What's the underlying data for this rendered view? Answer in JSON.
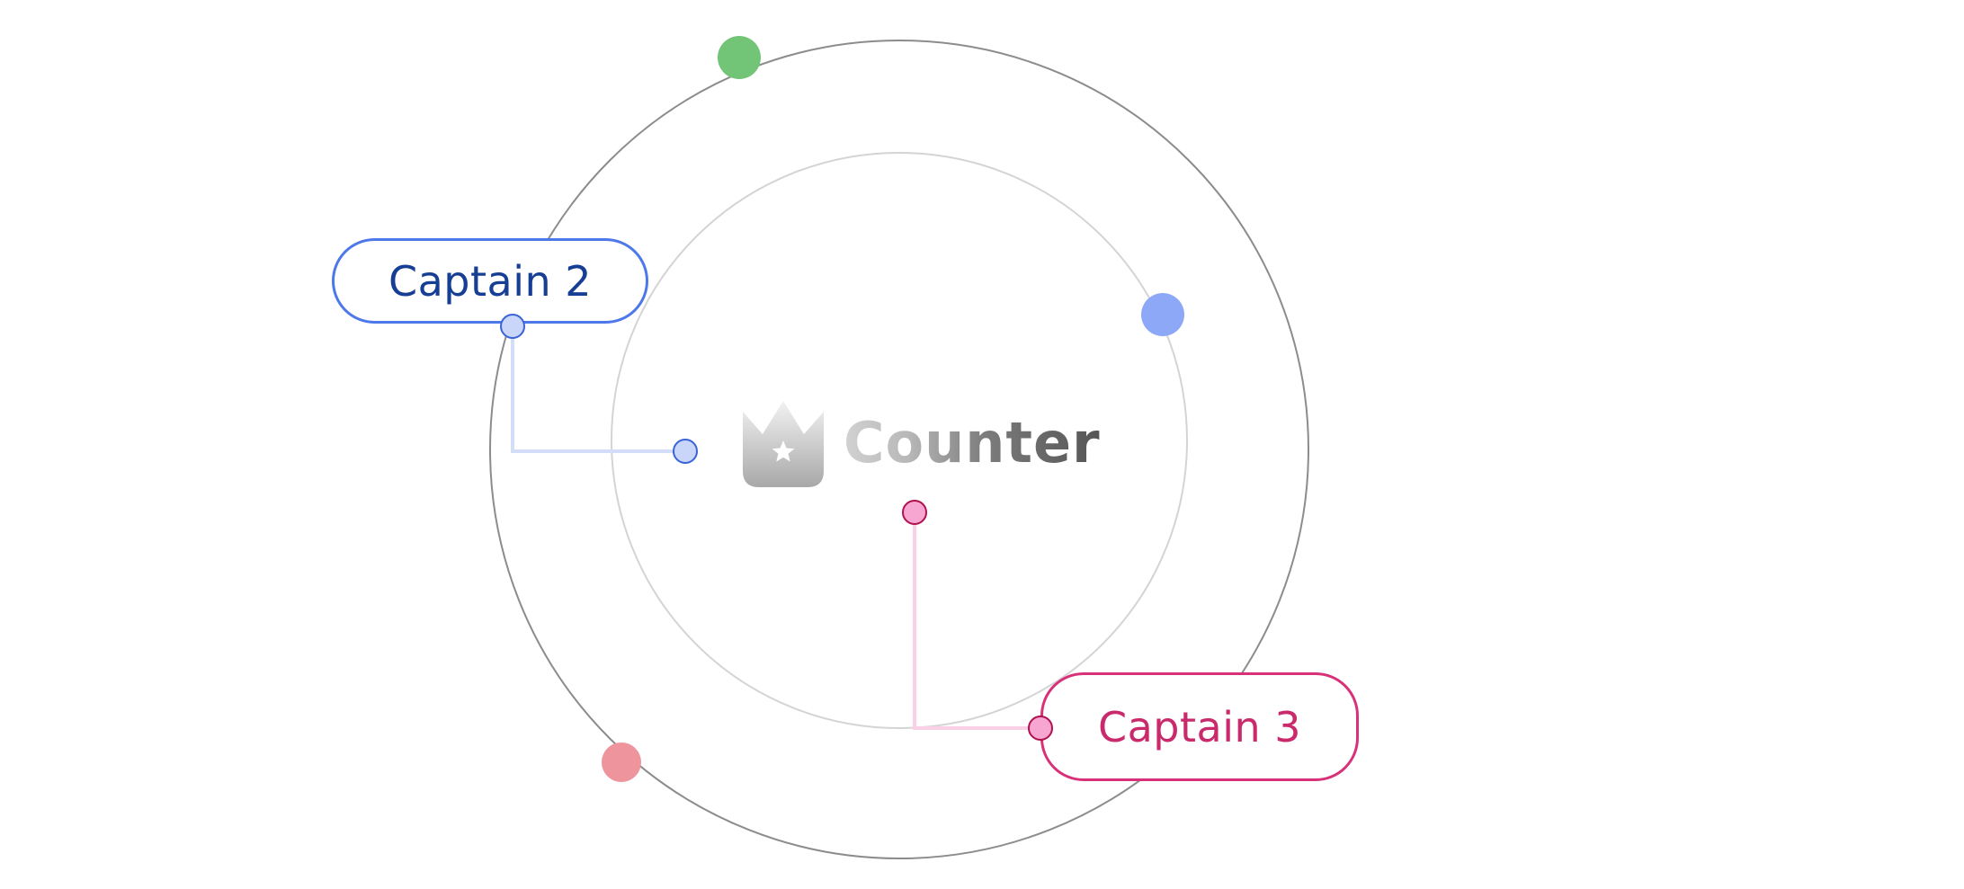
{
  "diagram": {
    "center_label": "Counter",
    "center_icon": "crown-star-icon",
    "captains": [
      {
        "label": "Captain 2",
        "color": "#4d78ea",
        "text_color": "#163e94",
        "dot_fill": "#c9d6f9"
      },
      {
        "label": "Captain 3",
        "color": "#d8317a",
        "text_color": "#c92a6c",
        "dot_fill": "#f7a6d2"
      }
    ],
    "orbit_nodes": [
      {
        "name": "green",
        "color": "#72c476"
      },
      {
        "name": "blue",
        "color": "#8ca8f7"
      },
      {
        "name": "red",
        "color": "#ee949d"
      }
    ],
    "colors": {
      "outer_ring": "#8c8c8c",
      "inner_ring": "#d4d4d4",
      "blue_connector": "#d3ddf7",
      "pink_connector": "#fbd0e7"
    }
  }
}
